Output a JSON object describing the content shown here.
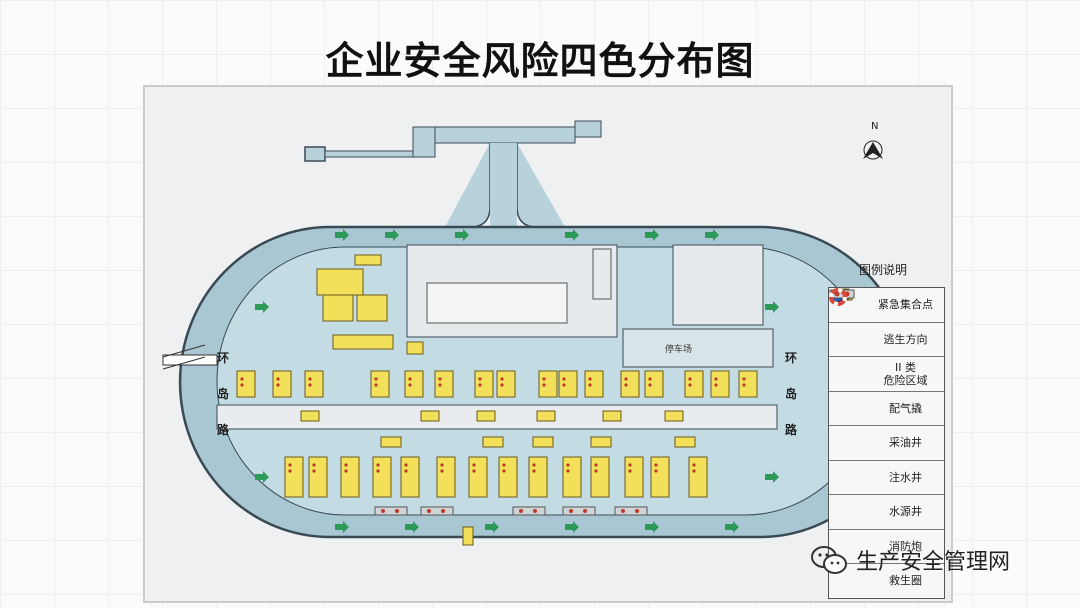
{
  "title": "企业安全风险四色分布图",
  "north_label": "N",
  "road_label_left": [
    "环",
    "岛",
    "路"
  ],
  "road_label_right": [
    "环",
    "岛",
    "路"
  ],
  "legend": {
    "title": "图例说明",
    "items": [
      {
        "label": "紧急集合点",
        "icon": "map-pin-icon",
        "color": "#c0392b"
      },
      {
        "label": "逃生方向",
        "icon": "green-arrow-icon",
        "color": "#2e9a5a"
      },
      {
        "label": "II 类\n危险区域",
        "icon": "yellow-zone-icon",
        "color": "#f2df5a"
      },
      {
        "label": "配气撬",
        "icon": "gas-skid-icon",
        "color": "#f2df5a"
      },
      {
        "label": "采油井",
        "icon": "red-circle-icon",
        "color": "#c0392b"
      },
      {
        "label": "注水井",
        "icon": "green-circle-icon",
        "color": "#2e8b57"
      },
      {
        "label": "水源井",
        "icon": "blue-circle-icon",
        "color": "#2a5db0"
      },
      {
        "label": "消防炮",
        "icon": "fire-monitor-icon",
        "color": "#c0392b"
      },
      {
        "label": "救生圈",
        "icon": "life-buoy-icon",
        "color": "#d84a3a"
      }
    ]
  },
  "map_labels": {
    "parking": "停车场"
  },
  "watermark": "生产安全管理网",
  "colors": {
    "island": "#a9c7d2",
    "island_border": "#3a4a55",
    "road": "#e9ecee",
    "zone": "#f2df5a",
    "zone_border": "#6b5a1a"
  }
}
